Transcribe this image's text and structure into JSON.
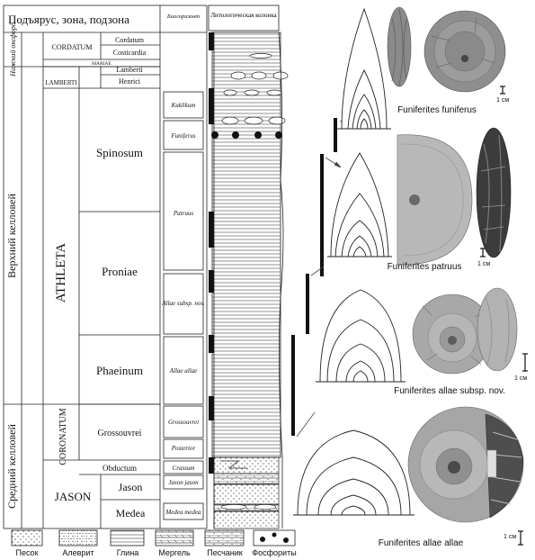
{
  "table": {
    "header_main": "Подъярус, зона, подзона",
    "header_bio": "Биогоризонт",
    "header_lith": "Литологическая колонка",
    "substages": [
      "Нижний оксфорд",
      "Верхний келловей",
      "Средний келловей"
    ],
    "zones": [
      "CORDATUM",
      "MARIAE",
      "LAMBERTI",
      "ATHLETA",
      "CORONATUM",
      "JASON"
    ],
    "subzones": [
      "Cordatum",
      "Costicardia",
      "Lamberti",
      "Henrici",
      "Spinosum",
      "Proniae",
      "Phaeinum",
      "Grossouvrei",
      "Obductum",
      "Jason",
      "Medea"
    ],
    "biohorizons": [
      "Kuklikum",
      "Funiferus",
      "Patruus",
      "Allae subsp. nov.",
      "Allae allae",
      "Grossouvrei",
      "Posterior",
      "Crassum",
      "Jason jason",
      "Medea medea"
    ]
  },
  "legend": [
    "Песок",
    "Алеврит",
    "Глина",
    "Мергель",
    "Песчаник",
    "Фосфориты"
  ],
  "species": [
    "Funiferites funiferus",
    "Funiferites patruus",
    "Funiferites allae subsp. nov.",
    "Funiferites allae allae"
  ],
  "scale_label": "1 см"
}
